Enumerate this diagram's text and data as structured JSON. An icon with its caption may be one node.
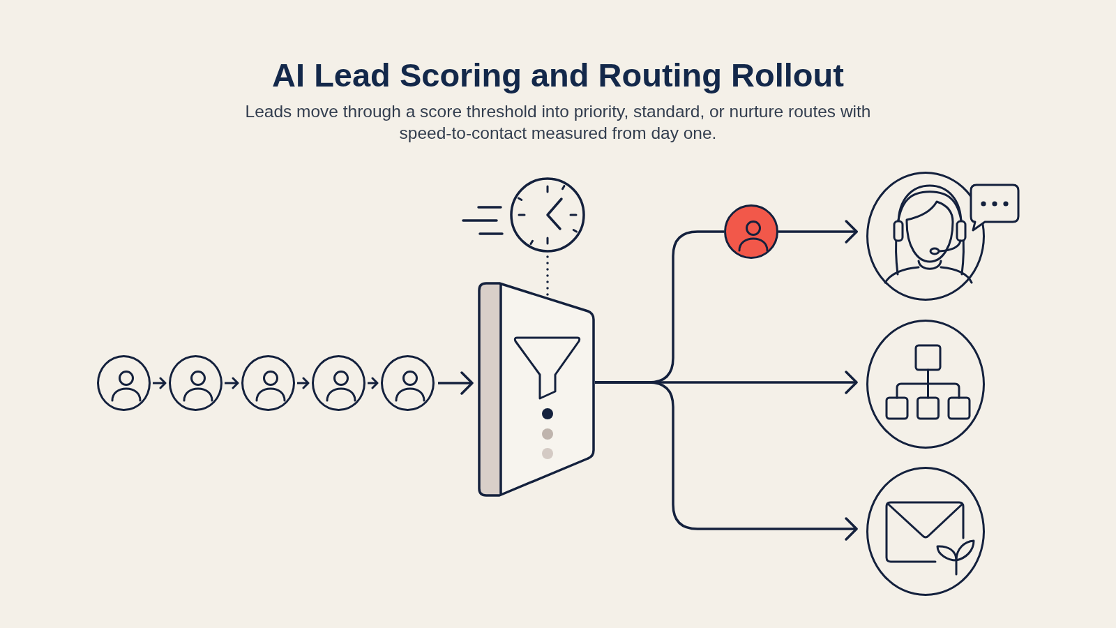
{
  "diagram": {
    "title": "AI Lead Scoring and Routing Rollout",
    "caption": "Leads move through a score threshold into priority, standard, or nurture routes with speed-to-contact measured from day one.",
    "nodes": [
      {
        "text": [],
        "shape": "circle"
      },
      {
        "text": [],
        "shape": "circle"
      },
      {
        "text": [],
        "shape": "circle"
      },
      {
        "text": [],
        "shape": "circle"
      },
      {
        "text": [],
        "shape": "circle"
      },
      {
        "text": [],
        "shape": "picture"
      },
      {
        "text": [],
        "shape": "picture"
      },
      {
        "text": [],
        "shape": "circle"
      },
      {
        "text": [],
        "shape": "circle"
      },
      {
        "text": [],
        "shape": "circle"
      },
      {
        "text": [],
        "shape": "circle"
      }
    ],
    "edges": [
      {
        "from": 0,
        "to": 1,
        "arrow": "to"
      },
      {
        "from": 1,
        "to": 2,
        "arrow": "to"
      },
      {
        "from": 2,
        "to": 3,
        "arrow": "to"
      },
      {
        "from": 3,
        "to": 4,
        "arrow": "to"
      },
      {
        "from": 4,
        "to": 6,
        "arrow": "to"
      },
      {
        "from": 5,
        "to": 6,
        "arrow": "none",
        "style": "dashed"
      },
      {
        "from": 6,
        "to": 7,
        "arrow": "none"
      },
      {
        "from": 7,
        "to": 8,
        "arrow": "to"
      },
      {
        "from": 6,
        "to": 9,
        "arrow": "to"
      },
      {
        "from": 6,
        "to": 10,
        "arrow": "to"
      }
    ]
  }
}
